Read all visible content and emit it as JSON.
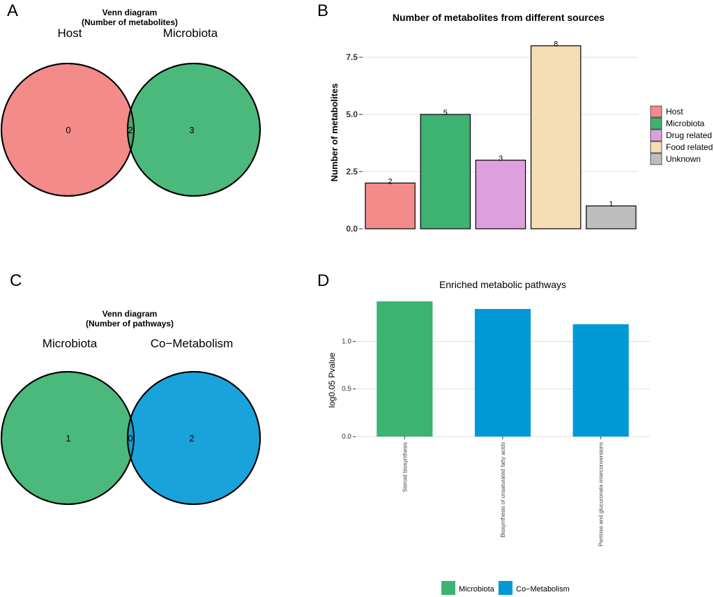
{
  "panels": {
    "a": {
      "letter": "A"
    },
    "b": {
      "letter": "B"
    },
    "c": {
      "letter": "C"
    },
    "d": {
      "letter": "D"
    }
  },
  "colors": {
    "host": "#F28B8A",
    "microbiota": "#3CB371",
    "drug": "#DDA0DD",
    "food": "#F5DEB3",
    "unknown": "#BEBEBE",
    "co_metabolism": "#0099D6",
    "venn_overlap_a": "#4FA46A",
    "venn_overlap_c": "#129FCF"
  },
  "chart_data": [
    {
      "type": "venn",
      "title_line1": "Venn diagram",
      "title_line2": "(Number of metabolites)",
      "sets": [
        "Host",
        "Microbiota"
      ],
      "regions": {
        "left_only": "0",
        "both": "2",
        "right_only": "3"
      }
    },
    {
      "type": "bar",
      "title": "Number of metabolites from different sources",
      "ylabel": "Number of metabolites",
      "xlabel": "",
      "categories": [
        "Host",
        "Microbiota",
        "Drug related",
        "Food related",
        "Unknown"
      ],
      "values": [
        2,
        5,
        3,
        8,
        1
      ],
      "value_labels": [
        "2",
        "5",
        "3",
        "8",
        "1"
      ],
      "colors": [
        "#F28B8A",
        "#3CB371",
        "#DDA0DD",
        "#F5DEB3",
        "#BEBEBE"
      ],
      "ylim": [
        0,
        8.6
      ],
      "yticks": [
        0,
        2.5,
        5,
        7.5
      ],
      "ytick_labels": [
        "0.0",
        "2.5",
        "5.0",
        "7.5"
      ],
      "legend": [
        "Host",
        "Microbiota",
        "Drug related",
        "Food related",
        "Unknown"
      ],
      "legend_position": "right",
      "grid": true
    },
    {
      "type": "venn",
      "title_line1": "Venn diagram",
      "title_line2": "(Number of pathways)",
      "sets": [
        "Microbiota",
        "Co−Metabolism"
      ],
      "regions": {
        "left_only": "1",
        "both": "0",
        "right_only": "2"
      }
    },
    {
      "type": "bar",
      "title": "Enriched metabolic pathways",
      "ylabel": "log0.05 Pvalue",
      "xlabel": "",
      "categories": [
        "Steroid biosynthesis",
        "Biosynthesis of unsaturated fatty acids",
        "Pentose and glucuronate interconversions"
      ],
      "values": [
        1.42,
        1.34,
        1.18
      ],
      "series_of_bar": [
        "Microbiota",
        "Co−Metabolism",
        "Co−Metabolism"
      ],
      "colors": [
        "#3CB371",
        "#0099D6",
        "#0099D6"
      ],
      "ylim": [
        0,
        1.45
      ],
      "yticks": [
        0,
        0.5,
        1.0
      ],
      "ytick_labels": [
        "0.0",
        "0.5",
        "1.0"
      ],
      "legend": [
        "Microbiota",
        "Co−Metabolism"
      ],
      "legend_position": "bottom",
      "grid": true
    }
  ]
}
